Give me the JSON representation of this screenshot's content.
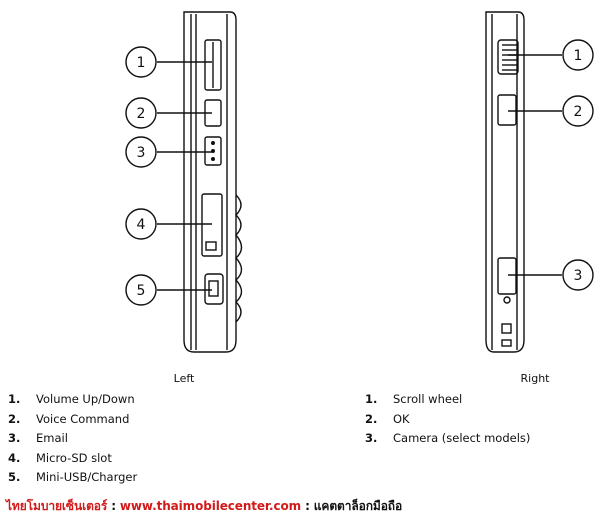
{
  "left": {
    "title": "Left",
    "callouts": [
      "1",
      "2",
      "3",
      "4",
      "5"
    ],
    "items": [
      {
        "num": "1",
        "label": "Volume Up/Down"
      },
      {
        "num": "2",
        "label": "Voice Command"
      },
      {
        "num": "3",
        "label": "Email"
      },
      {
        "num": "4",
        "label": "Micro-SD slot"
      },
      {
        "num": "5",
        "label": "Mini-USB/Charger"
      }
    ]
  },
  "right": {
    "title": "Right",
    "callouts": [
      "1",
      "2",
      "3"
    ],
    "items": [
      {
        "num": "1",
        "label": "Scroll wheel"
      },
      {
        "num": "2",
        "label": "OK"
      },
      {
        "num": "3",
        "label": "Camera (select models)"
      }
    ]
  },
  "footer": {
    "shop": "ไทยโมบายเซ็นเตอร์",
    "separator": ":",
    "url": "www.thaimobilecenter.com",
    "separator2": ":",
    "catalog": "แคตตาล็อกมือถือ"
  }
}
